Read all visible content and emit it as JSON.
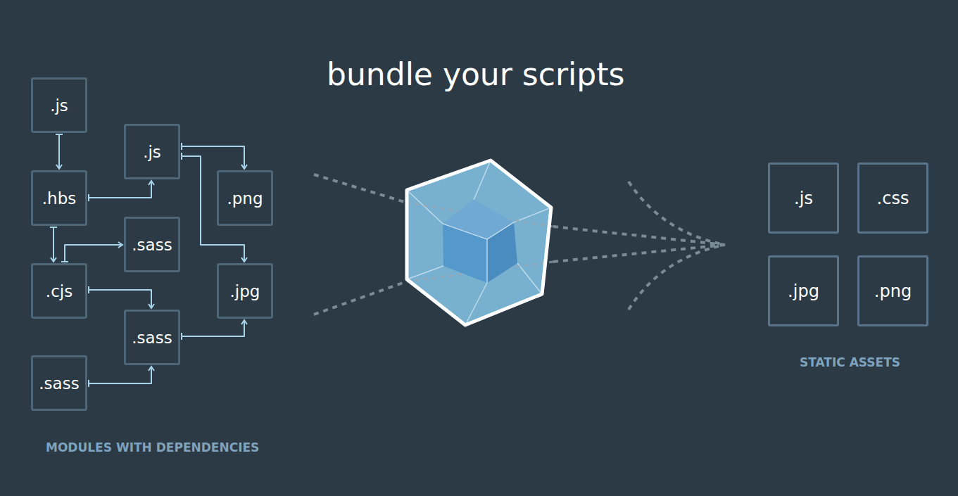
{
  "diagram": {
    "title": "bundle your scripts",
    "nodes": [
      {
        "text": [
          ".js"
        ]
      },
      {
        "text": [
          ".js"
        ]
      },
      {
        "text": [
          ".hbs"
        ]
      },
      {
        "text": [
          ".png"
        ]
      },
      {
        "text": [
          ".sass"
        ]
      },
      {
        "text": [
          ".cjs"
        ]
      },
      {
        "text": [
          ".jpg"
        ]
      },
      {
        "text": [
          ".sass"
        ]
      },
      {
        "text": [
          ".sass"
        ]
      },
      {
        "text": [
          ".js"
        ]
      },
      {
        "text": [
          ".css"
        ]
      },
      {
        "text": [
          ".jpg"
        ]
      },
      {
        "text": [
          ".png"
        ]
      }
    ],
    "edges": [
      {
        "from": 0,
        "to": 2,
        "arrow": "to"
      },
      {
        "from": 2,
        "to": 1,
        "arrow": "to"
      },
      {
        "from": 1,
        "to": 3,
        "arrow": "to"
      },
      {
        "from": 1,
        "to": 6,
        "arrow": "to"
      },
      {
        "from": 2,
        "to": 5,
        "arrow": "to"
      },
      {
        "from": 5,
        "to": 4,
        "arrow": "to"
      },
      {
        "from": 5,
        "to": 7,
        "arrow": "to"
      },
      {
        "from": 7,
        "to": 6,
        "arrow": "to"
      },
      {
        "from": 8,
        "to": 7,
        "arrow": "to"
      }
    ],
    "labels": [
      "MODULES WITH DEPENDENCIES",
      "STATIC ASSETS"
    ]
  }
}
